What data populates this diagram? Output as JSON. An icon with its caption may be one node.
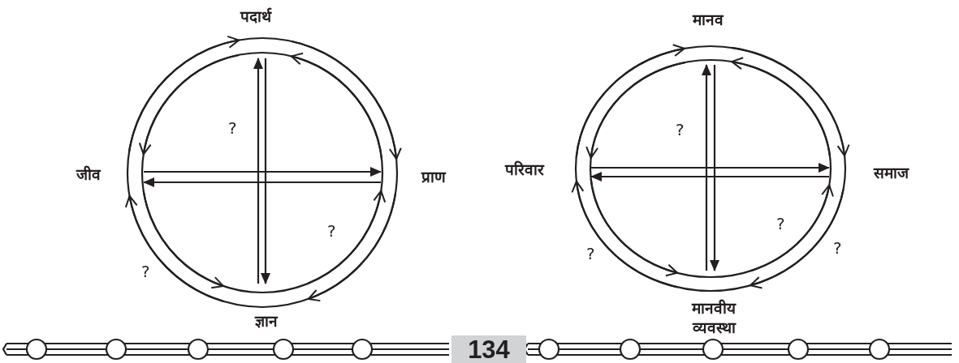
{
  "diagram": {
    "nodes": [
      {
        "text": [
          "पदार्थ"
        ]
      },
      {
        "text": [
          "जीव"
        ]
      },
      {
        "text": [
          "प्राण"
        ]
      },
      {
        "text": [
          "ज्ञान"
        ]
      },
      {
        "text": [
          "मानव"
        ]
      },
      {
        "text": [
          "परिवार"
        ]
      },
      {
        "text": [
          "समाज"
        ]
      },
      {
        "text": [
          "मानवीय व्यवस्था"
        ]
      }
    ],
    "edges": [
      {
        "from": 1,
        "to": 0,
        "arrow": "to"
      },
      {
        "from": 0,
        "to": 2,
        "arrow": "to"
      },
      {
        "from": 2,
        "to": 3,
        "arrow": "to"
      },
      {
        "from": 3,
        "to": 1,
        "arrow": "to"
      },
      {
        "from": 2,
        "to": 0,
        "arrow": "to"
      },
      {
        "from": 0,
        "to": 1,
        "arrow": "to"
      },
      {
        "from": 1,
        "to": 3,
        "arrow": "to"
      },
      {
        "from": 3,
        "to": 2,
        "arrow": "to"
      },
      {
        "from": 3,
        "to": 0,
        "arrow": "to"
      },
      {
        "from": 0,
        "to": 3,
        "arrow": "to"
      },
      {
        "from": 1,
        "to": 2,
        "arrow": "to"
      },
      {
        "from": 2,
        "to": 1,
        "arrow": "to"
      },
      {
        "from": 5,
        "to": 4,
        "arrow": "to"
      },
      {
        "from": 4,
        "to": 6,
        "arrow": "to"
      },
      {
        "from": 6,
        "to": 7,
        "arrow": "to"
      },
      {
        "from": 7,
        "to": 5,
        "arrow": "to"
      },
      {
        "from": 6,
        "to": 4,
        "arrow": "to"
      },
      {
        "from": 4,
        "to": 5,
        "arrow": "to"
      },
      {
        "from": 5,
        "to": 7,
        "arrow": "to"
      },
      {
        "from": 7,
        "to": 6,
        "arrow": "to"
      },
      {
        "from": 7,
        "to": 4,
        "arrow": "to"
      },
      {
        "from": 4,
        "to": 7,
        "arrow": "to"
      },
      {
        "from": 5,
        "to": 6,
        "arrow": "to"
      },
      {
        "from": 6,
        "to": 5,
        "arrow": "to"
      }
    ],
    "labels": [
      "?",
      "?",
      "?",
      "?",
      "?",
      "?",
      "?",
      "134"
    ]
  }
}
